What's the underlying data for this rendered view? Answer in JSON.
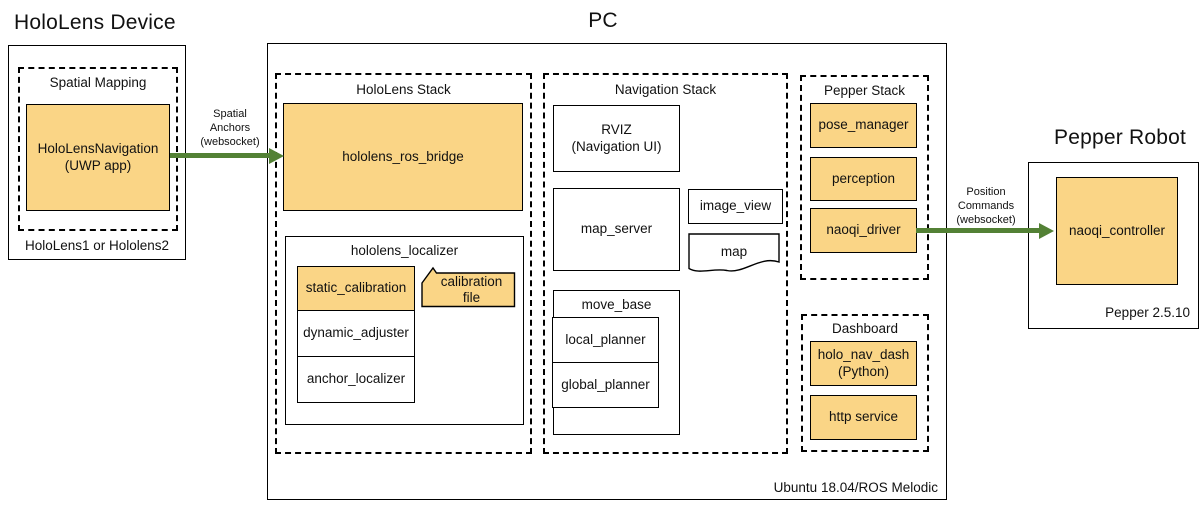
{
  "colors": {
    "node_fill": "#FAD586",
    "arrow_green": "#538135",
    "line_black": "#000000"
  },
  "hololens_device": {
    "title": "HoloLens Device",
    "group_label": "Spatial Mapping",
    "app_line1": "HoloLensNavigation",
    "app_line2": "(UWP app)",
    "footer": "HoloLens1 or Hololens2"
  },
  "arrows": {
    "spatial": {
      "line1": "Spatial",
      "line2": "Anchors",
      "line3": "(websocket)"
    },
    "position": {
      "line1": "Position",
      "line2": "Commands",
      "line3": "(websocket)"
    }
  },
  "pc": {
    "title": "PC",
    "footer": "Ubuntu 18.04/ROS Melodic",
    "hololens_stack": {
      "title": "HoloLens Stack",
      "ros_bridge": "hololens_ros_bridge",
      "localizer": {
        "title": "hololens_localizer",
        "static_calibration": "static_calibration",
        "dynamic_adjuster": "dynamic_adjuster",
        "anchor_localizer": "anchor_localizer",
        "calibration_file_line1": "calibration",
        "calibration_file_line2": "file"
      }
    },
    "navigation_stack": {
      "title": "Navigation Stack",
      "rviz_line1": "RVIZ",
      "rviz_line2": "(Navigation UI)",
      "map_server": "map_server",
      "image_view": "image_view",
      "map": "map",
      "move_base": {
        "title": "move_base",
        "local_planner": "local_planner",
        "global_planner": "global_planner"
      }
    },
    "pepper_stack": {
      "title": "Pepper Stack",
      "pose_manager": "pose_manager",
      "perception": "perception",
      "naoqi_driver": "naoqi_driver"
    },
    "dashboard": {
      "title": "Dashboard",
      "app_line1": "holo_nav_dash",
      "app_line2": "(Python)",
      "http_service": "http service"
    }
  },
  "pepper_robot": {
    "title": "Pepper Robot",
    "naoqi_controller": "naoqi_controller",
    "footer": "Pepper 2.5.10"
  }
}
